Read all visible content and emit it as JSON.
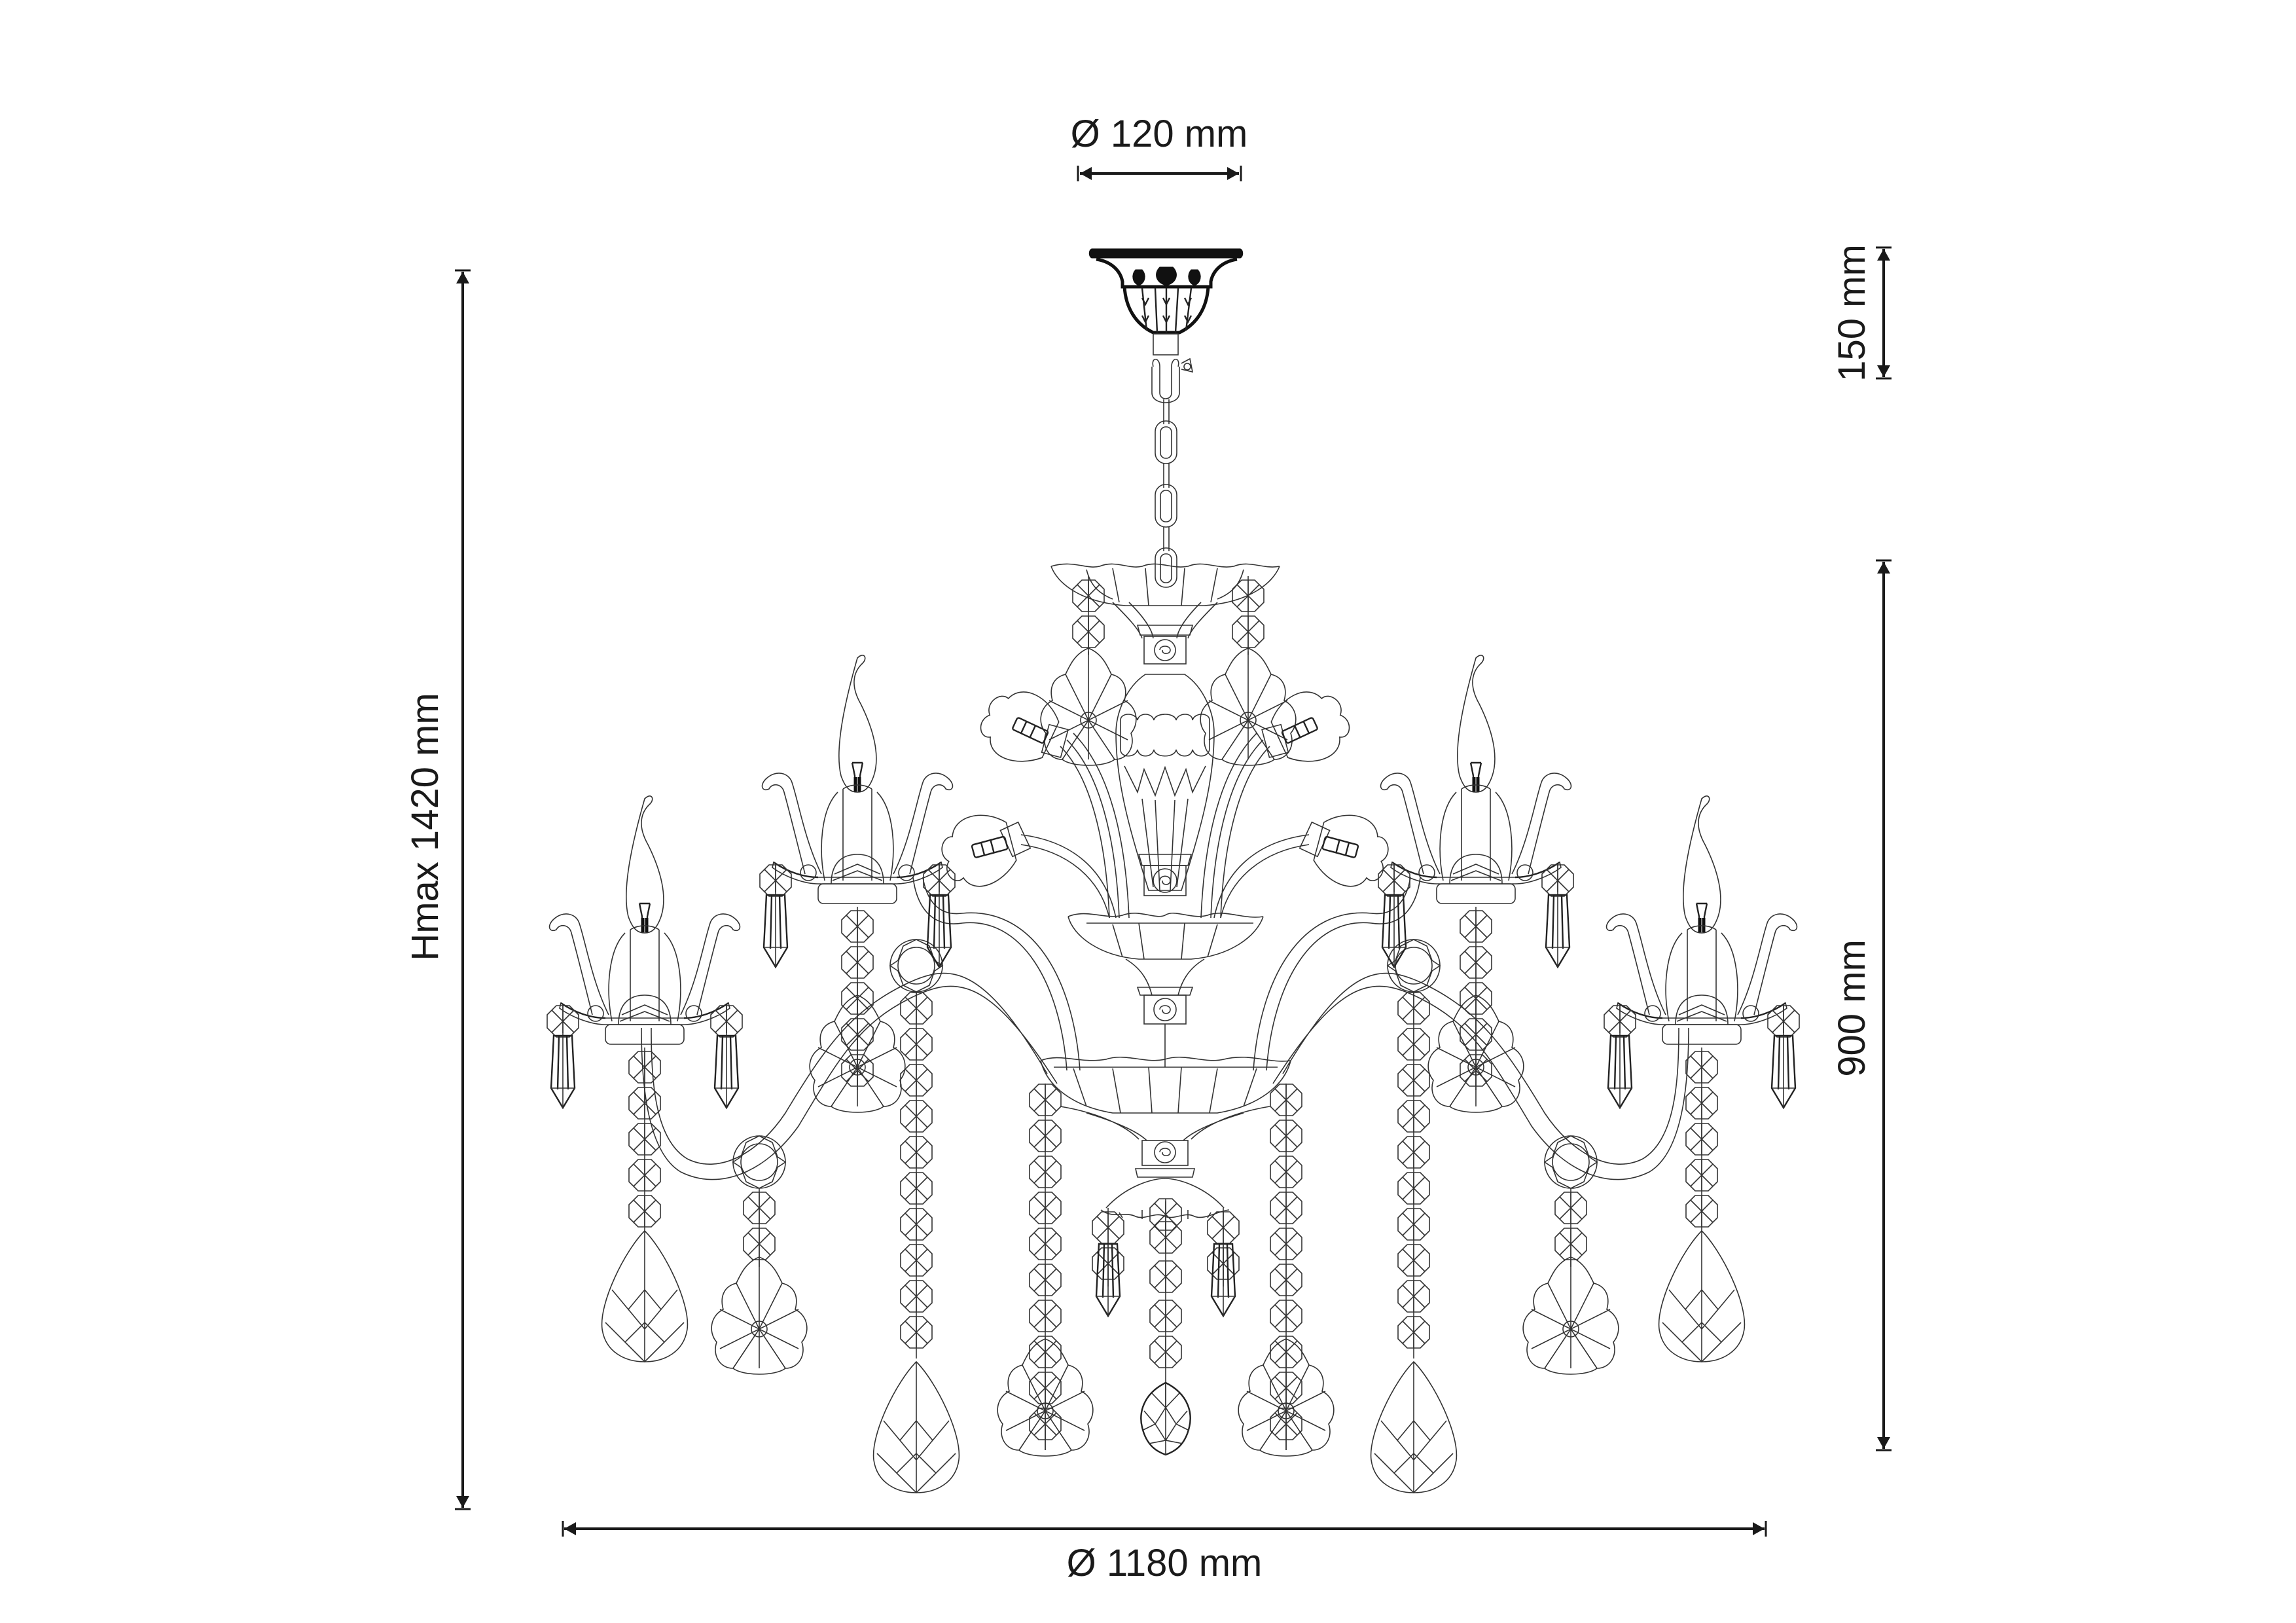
{
  "diagram": {
    "type": "technical dimension drawing",
    "subject": "crystal chandelier, front elevation",
    "line_color": "#1a1a1a",
    "background": "#ffffff"
  },
  "dimensions": {
    "canopy_diameter": {
      "label": "Ø 120 mm",
      "value": 120,
      "unit": "mm",
      "orientation": "horizontal"
    },
    "canopy_height": {
      "label": "150 mm",
      "value": 150,
      "unit": "mm",
      "orientation": "vertical"
    },
    "max_height": {
      "label": "Hmax 1420 mm",
      "value": 1420,
      "unit": "mm",
      "orientation": "vertical"
    },
    "body_height": {
      "label": "900 mm",
      "value": 900,
      "unit": "mm",
      "orientation": "vertical"
    },
    "overall_diameter": {
      "label": "Ø 1180 mm",
      "value": 1180,
      "unit": "mm",
      "orientation": "horizontal"
    }
  },
  "components": {
    "canopy": "ornate ceiling canopy",
    "chain_links": 4,
    "candle_arms": 4,
    "small_bulb_arms": 4,
    "bowls": 2,
    "bottom_crystal": "faceted crystal ball"
  }
}
